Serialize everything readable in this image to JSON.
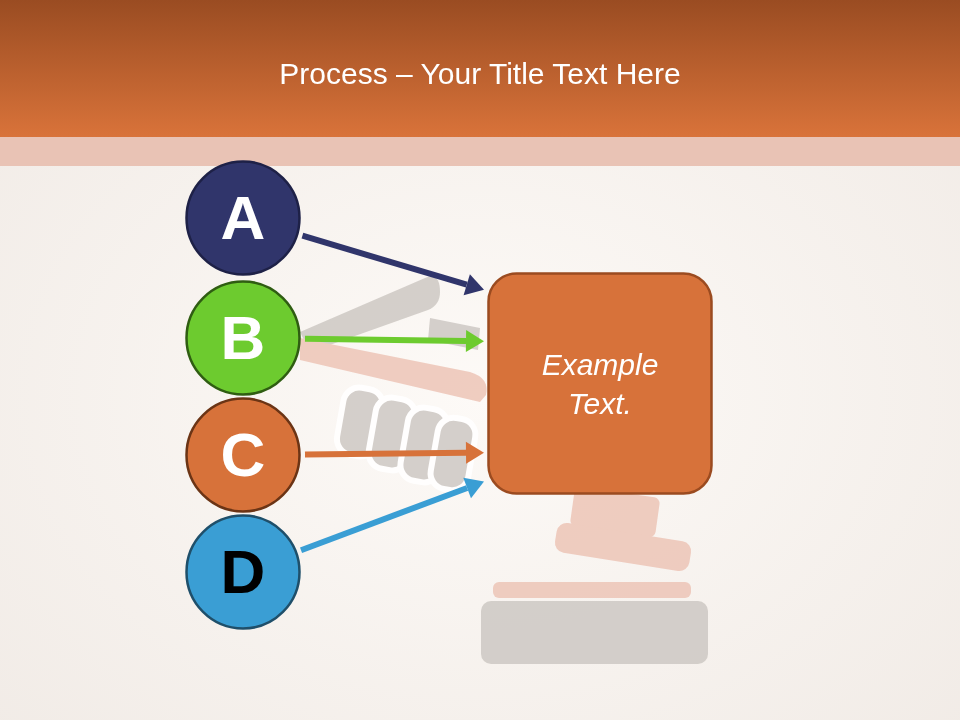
{
  "diagram": {
    "title": "Process – Your Title Text Here",
    "nodes": [
      {
        "text": [
          "A"
        ]
      },
      {
        "text": [
          "B"
        ]
      },
      {
        "text": [
          "C"
        ]
      },
      {
        "text": [
          "D"
        ]
      },
      {
        "text": [
          "Example Text."
        ]
      }
    ],
    "edges": [
      {
        "from": 0,
        "to": 4,
        "arrow": "to"
      },
      {
        "from": 1,
        "to": 4,
        "arrow": "to"
      },
      {
        "from": 2,
        "to": 4,
        "arrow": "to"
      },
      {
        "from": 3,
        "to": 4,
        "arrow": "to"
      }
    ]
  }
}
